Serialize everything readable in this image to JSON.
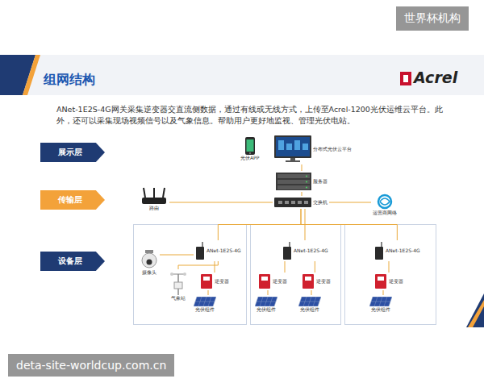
{
  "diagram": {
    "title": "组网结构",
    "nodes": [
      {
        "text": [
          "展示层"
        ]
      },
      {
        "text": [
          "传输层"
        ]
      },
      {
        "text": [
          "设备层"
        ]
      },
      {
        "text": [
          "光伏APP"
        ]
      },
      {
        "text": [
          "分布式光伏云平台"
        ]
      },
      {
        "text": [
          "服务器"
        ]
      },
      {
        "text": [
          "路由"
        ]
      },
      {
        "text": [
          "交换机"
        ]
      },
      {
        "text": [
          "运营商网络"
        ]
      },
      {
        "text": [
          "摄像头"
        ]
      },
      {
        "text": [
          "气象站"
        ]
      },
      {
        "text": [
          "ANet-1E2S-4G"
        ]
      },
      {
        "text": [
          "逆变器"
        ]
      },
      {
        "text": [
          "光伏组件"
        ]
      },
      {
        "text": [
          "ANet-1E2S-4G"
        ]
      },
      {
        "text": [
          "逆变器"
        ]
      },
      {
        "text": [
          "逆变器"
        ]
      },
      {
        "text": [
          "光伏组件"
        ]
      },
      {
        "text": [
          "光伏组件"
        ]
      },
      {
        "text": [
          "ANet-1E2S-4G"
        ]
      },
      {
        "text": [
          "逆变器"
        ]
      },
      {
        "text": [
          "光伏组件"
        ]
      }
    ],
    "edges": [
      {
        "from": 4,
        "to": 5,
        "arrow": "none"
      },
      {
        "from": 5,
        "to": 7,
        "arrow": "none"
      },
      {
        "from": 6,
        "to": 7,
        "arrow": "none"
      },
      {
        "from": 7,
        "to": 8,
        "arrow": "none"
      },
      {
        "from": 7,
        "to": 11,
        "arrow": "none"
      },
      {
        "from": 7,
        "to": 14,
        "arrow": "none"
      },
      {
        "from": 7,
        "to": 19,
        "arrow": "none"
      },
      {
        "from": 11,
        "to": 9,
        "arrow": "none"
      },
      {
        "from": 11,
        "to": 10,
        "arrow": "none"
      },
      {
        "from": 11,
        "to": 12,
        "arrow": "none"
      },
      {
        "from": 12,
        "to": 13,
        "arrow": "none"
      },
      {
        "from": 14,
        "to": 15,
        "arrow": "none"
      },
      {
        "from": 14,
        "to": 16,
        "arrow": "none"
      },
      {
        "from": 15,
        "to": 17,
        "arrow": "none"
      },
      {
        "from": 16,
        "to": 18,
        "arrow": "none"
      },
      {
        "from": 19,
        "to": 20,
        "arrow": "none"
      },
      {
        "from": 20,
        "to": 21,
        "arrow": "none"
      }
    ],
    "labels": [
      "世界杯机构",
      "deta-site-worldcup.com.cn",
      "Acrel",
      "ANet-1E2S-4G网关采集逆变器交直流侧数据，通过有线或无线方式，上传至Acrel-1200光伏运维云平台。此外，还可以采集现场视频信号以及气象信息。帮助用户更好地监视、管理光伏电站。"
    ]
  }
}
